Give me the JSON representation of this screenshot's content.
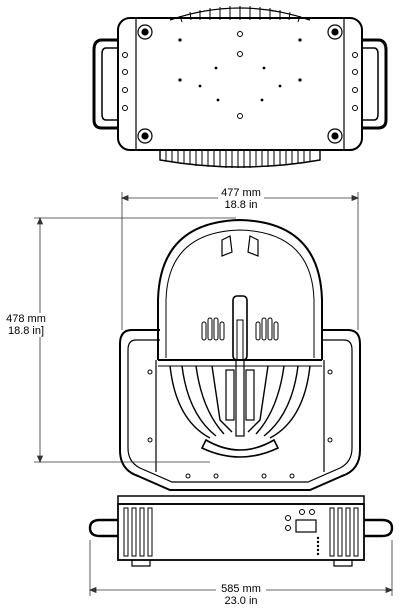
{
  "dimensions": {
    "width_top": {
      "mm": "477 mm",
      "in": "18.8 in"
    },
    "height": {
      "mm": "478 mm",
      "in": "18.8 in]"
    },
    "width_base": {
      "mm": "585 mm",
      "in": "23.0 in"
    }
  },
  "colors": {
    "line": "#000000",
    "dim_line": "#333333",
    "background": "#ffffff"
  }
}
